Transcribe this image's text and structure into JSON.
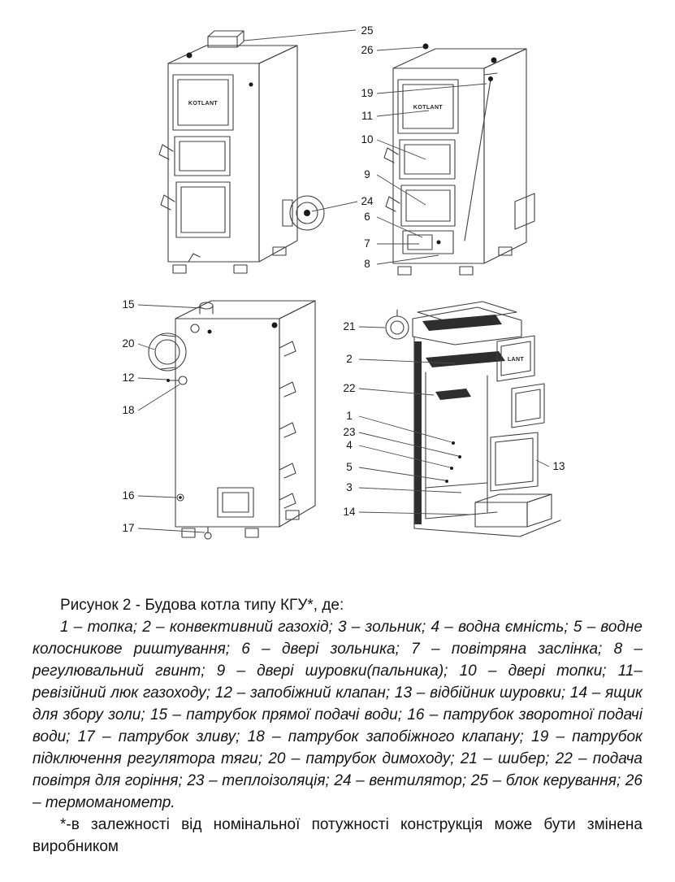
{
  "figure": {
    "brand": "KOTLANT",
    "brand_partial": "LANT",
    "top_callouts": [
      "25",
      "26",
      "19",
      "11",
      "10",
      "9",
      "24",
      "6",
      "7",
      "8"
    ],
    "bottom_left_callouts": [
      "15",
      "20",
      "12",
      "18",
      "16",
      "17"
    ],
    "bottom_right_callouts": [
      "21",
      "2",
      "22",
      "1",
      "23",
      "4",
      "5",
      "3",
      "14",
      "13"
    ]
  },
  "caption": {
    "title": "Рисунок 2 - Будова котла типу КГУ*, де:",
    "legend": "1 – топка; 2 – конвективний газохід; 3 – зольник; 4 – водна ємність; 5 – водне колосникове риштування; 6 – двері зольника; 7 – повітряна заслінка; 8 – регулювальний гвинт; 9 – двері шуровки(пальника); 10 – двері топки; 11– ревізійний люк газоходу; 12 – запобіжний клапан; 13 – відбійник шуровки; 14 – ящик для збору золи; 15 – патрубок прямої подачі води; 16 – патрубок зворотної подачі води; 17 – патрубок зливу; 18 – патрубок запобіжного клапану; 19 – патрубок підключення регулятора тяги; 20 – патрубок димоходу; 21 – шибер; 22 – подача повітря для горіння; 23 – теплоізоляція; 24 – вентилятор; 25 – блок керування; 26 – термоманометр.",
    "note": "*-в залежності від номінальної потужності конструкція може бути змінена виробником"
  }
}
